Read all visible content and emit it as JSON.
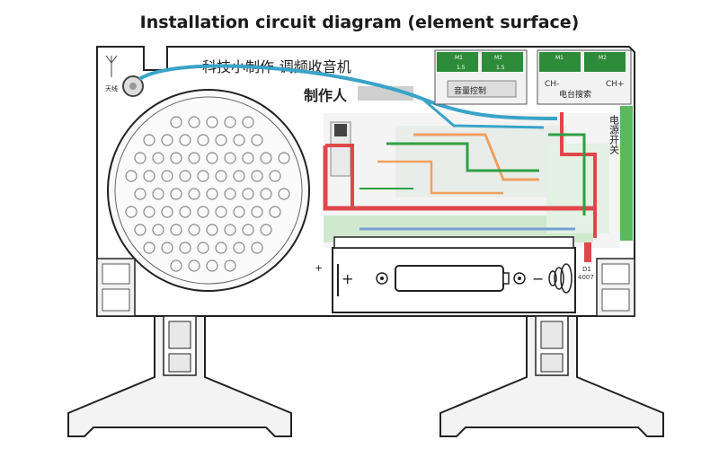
{
  "title": "Installation circuit diagram (element surface)",
  "board": {
    "heading_cn": "科技小制作-调频收音机",
    "maker_label_cn": "制作人",
    "antenna_label_cn": "天线",
    "right_label_cn": "电源开关",
    "switch_right_cn": "电台搜索",
    "switch_left_cn": "音量控制",
    "ch_minus": "CH-",
    "ch_plus": "CH+",
    "switch_tags": [
      "M1",
      "M2",
      "M1",
      "M2"
    ],
    "switch_sub": [
      "1.5",
      "1.5"
    ],
    "battery_plus_outer": "+",
    "battery_plus": "+",
    "battery_minus": "−",
    "diode_label": "D1",
    "diode_code": "4007"
  },
  "colors": {
    "wire_blue": "#3aa3c8",
    "wire_red": "#e0474a",
    "wire_orange": "#f0a060",
    "wire_green": "#2ea043",
    "pcb_green": "#5cb85c",
    "outline": "#222222",
    "stand_fill": "#f3f3f3"
  },
  "icons": [
    "antenna-icon",
    "speaker-grille-icon",
    "battery-icon",
    "spring-icon",
    "switch-icon"
  ]
}
